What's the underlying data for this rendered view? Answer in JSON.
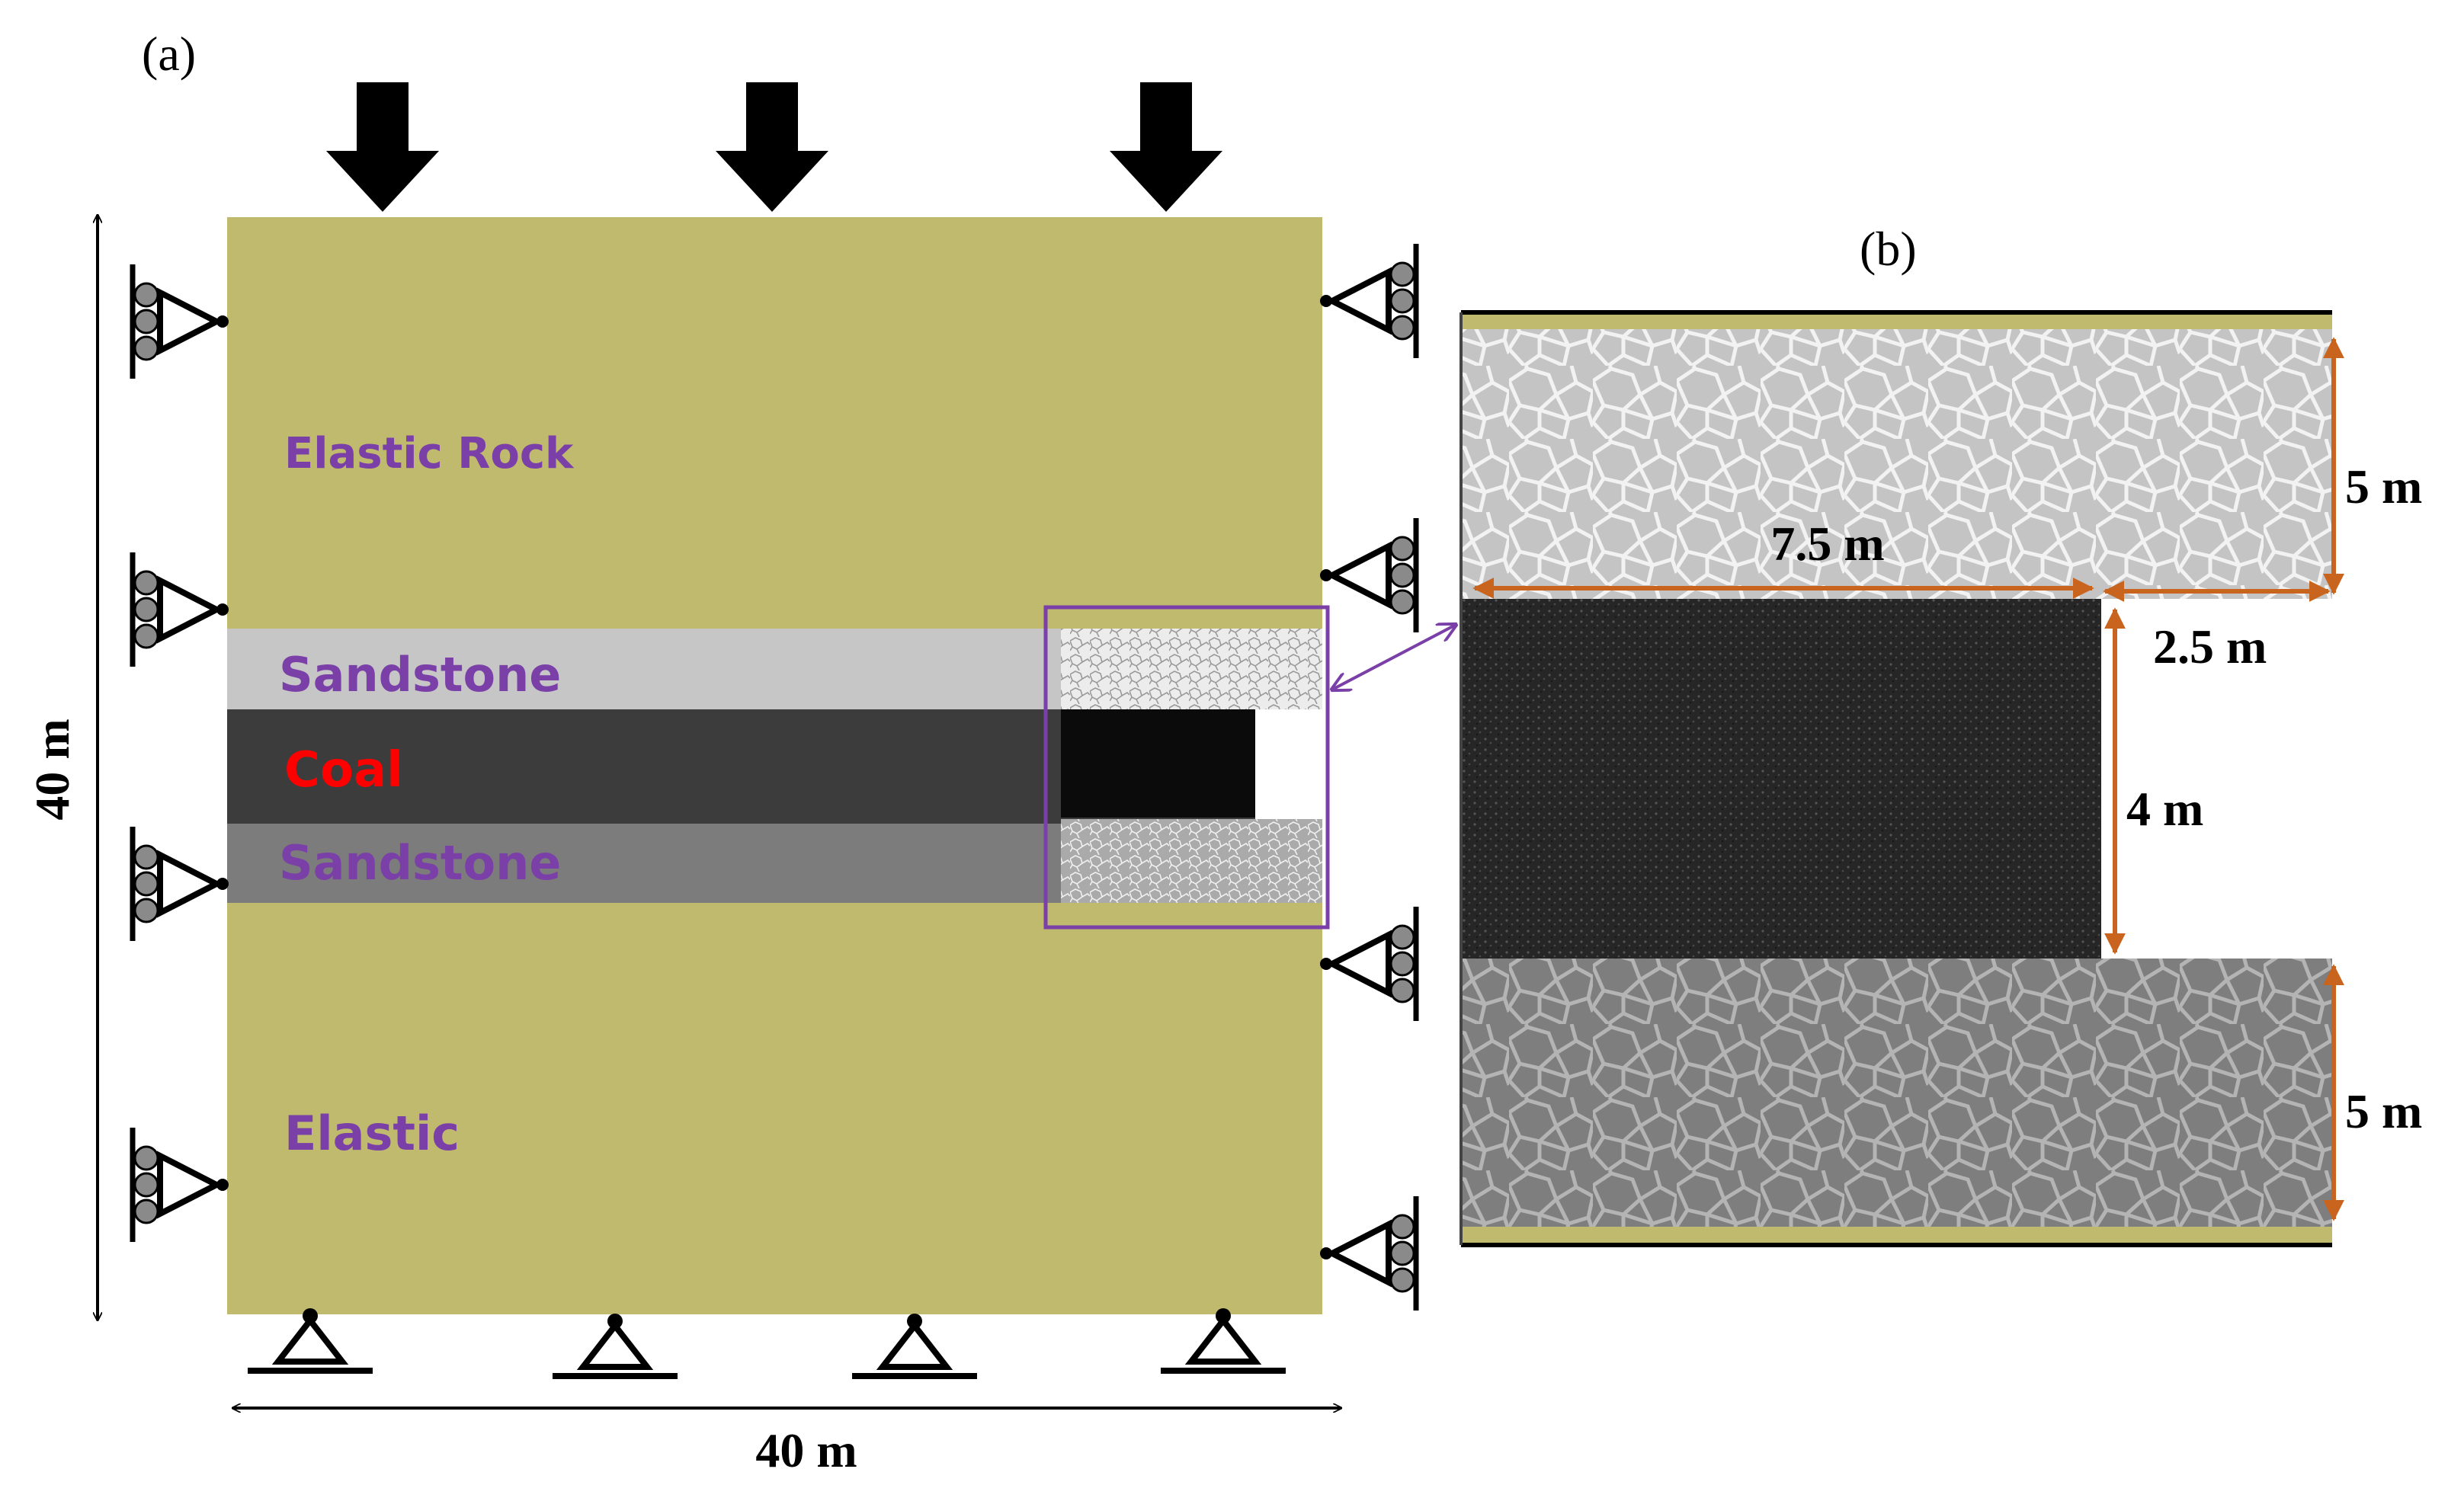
{
  "panels": {
    "a": {
      "label": "(a)",
      "layers": {
        "elastic_rock_top": "Elastic Rock",
        "sandstone_top": "Sandstone",
        "coal": "Coal",
        "sandstone_bottom": "Sandstone",
        "elastic_bottom": "Elastic"
      },
      "dims": {
        "height": "40 m",
        "width": "40 m"
      }
    },
    "b": {
      "label": "(b)",
      "dims": {
        "top_thickness": "5 m",
        "coal_length": "7.5 m",
        "offset": "2.5 m",
        "coal_height": "4 m",
        "bottom_thickness": "5 m"
      }
    }
  },
  "colors": {
    "elastic": "#bfba6e",
    "sandstone_top": "#c6c6c6",
    "coal": "#3c3c3c",
    "sandstone_bottom": "#7c7c7c",
    "coal_label": "#ff0000",
    "layer_label": "#7b3fa8",
    "zoom_frame": "#7b3fa8",
    "dim_arrow": "#c8641e"
  },
  "icons": [
    "load-arrow-icon",
    "roller-support-icon",
    "pin-support-icon",
    "dimension-arrow-icon"
  ]
}
